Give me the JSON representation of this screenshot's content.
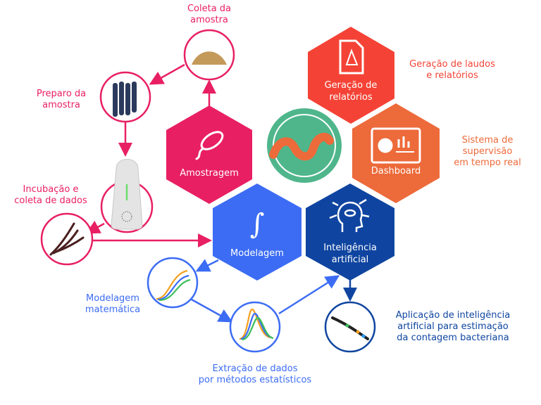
{
  "hexagons": {
    "amostragem": "Amostragem",
    "geracao": [
      "Geração de",
      "relatórios"
    ],
    "dashboard": "Dashboard",
    "modelagem": "Modelagem",
    "ia": [
      "Inteligência",
      "artificial"
    ]
  },
  "labels": {
    "coleta": [
      "Coleta da",
      "amostra"
    ],
    "preparo": [
      "Preparo da",
      "amostra"
    ],
    "incubacao": [
      "Incubação e",
      "coleta de dados"
    ],
    "modelagem_mat": [
      "Modelagem",
      "matemática"
    ],
    "extracao": [
      "Extração de dados",
      "por métodos estatísticos"
    ],
    "aplicacao": [
      "Aplicação de inteligência",
      "artificial para estimação",
      "da contagem bacteriana"
    ],
    "laudos": [
      "Geração de laudos",
      "e relatórios"
    ],
    "supervisao": [
      "Sistema de",
      "supervisão",
      "em tempo real"
    ]
  },
  "colors": {
    "pink": "#e81f63",
    "red": "#f44336",
    "orange": "#ed6a3a",
    "blue": "#3c6cf4",
    "darkblue": "#0f45a0",
    "green": "#4fb68b"
  }
}
